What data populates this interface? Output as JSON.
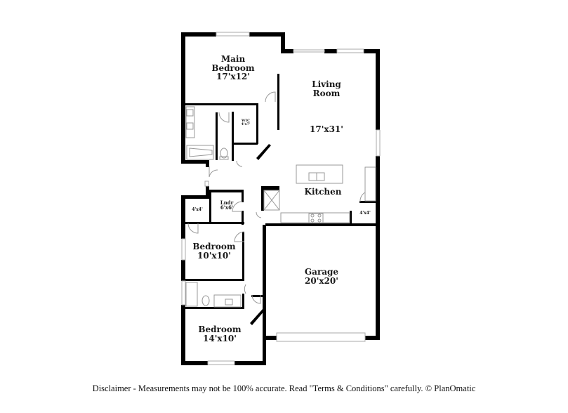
{
  "floorplan": {
    "rooms": [
      {
        "id": "main-bedroom",
        "name_line1": "Main",
        "name_line2": "Bedroom",
        "dims": "17'x12'"
      },
      {
        "id": "wic",
        "name": "WIC",
        "dims": "4'x7'"
      },
      {
        "id": "living-room",
        "name_line1": "Living",
        "name_line2": "Room",
        "dims": "17'x31'"
      },
      {
        "id": "kitchen",
        "name": "Kitchen"
      },
      {
        "id": "pantry",
        "dims": "4'x4'"
      },
      {
        "id": "laundry",
        "name": "Lndr",
        "dims": "6'x6'"
      },
      {
        "id": "closet",
        "dims": "4'x4'"
      },
      {
        "id": "bedroom-2",
        "name": "Bedroom",
        "dims": "10'x10'"
      },
      {
        "id": "garage",
        "name": "Garage",
        "dims": "20'x20'"
      },
      {
        "id": "bedroom-3",
        "name": "Bedroom",
        "dims": "14'x10'"
      }
    ],
    "colors": {
      "wall": "#000000",
      "window": "#bdbdbd",
      "fixture": "#999999",
      "background": "#ffffff"
    }
  },
  "footer": {
    "disclaimer": "Disclaimer - Measurements may not be 100% accurate. Read \"Terms & Conditions\" carefully. © PlanOmatic"
  }
}
